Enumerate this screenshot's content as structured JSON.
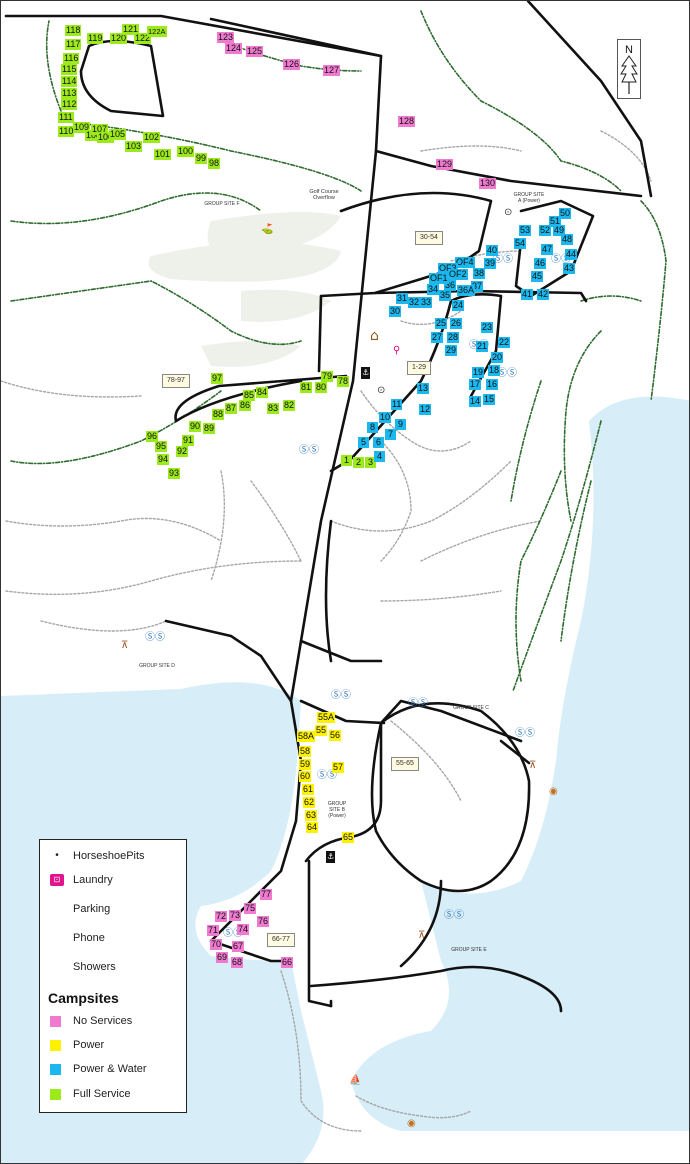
{
  "colors": {
    "water": "#d7edf7",
    "road": "#111111",
    "trail_green": "#2e6b2e",
    "path_gray": "#a6a6a6",
    "no_services": "#f07ad0",
    "power": "#fff200",
    "power_water": "#1ab8ee",
    "full_service": "#9dea1c"
  },
  "legend": {
    "items": [
      {
        "label": "HorseshoePits",
        "icon": "dot-icon"
      },
      {
        "label": "Laundry",
        "icon": "laundry-icon"
      },
      {
        "label": "Parking",
        "icon": "parking-icon"
      },
      {
        "label": "Phone",
        "icon": "phone-icon"
      },
      {
        "label": "Showers",
        "icon": "showers-icon"
      }
    ],
    "campsites_title": "Campsites",
    "campsites": [
      {
        "label": "No Services",
        "key": "no_services"
      },
      {
        "label": "Power",
        "key": "power"
      },
      {
        "label": "Power & Water",
        "key": "power_water"
      },
      {
        "label": "Full Service",
        "key": "full_service"
      }
    ]
  },
  "area_labels": {
    "group_site_f": "GROUP SITE F",
    "golf_overflow": "Golf Course Overflow",
    "group_site_a": "GROUP SITE A (Power)",
    "group_site_b": "GROUP SITE B (Power)",
    "group_site_c": "GROUP SITE C",
    "group_site_d": "GROUP SITE D",
    "group_site_e": "GROUP SITE E"
  },
  "range_boxes": {
    "r30_54": "30-54",
    "r1_29": "1-29",
    "r78_97": "78-97",
    "r55_65": "55-65",
    "r66_77": "66-77"
  },
  "north_label": "N",
  "sites": {
    "full_service": [
      "118",
      "117",
      "116",
      "115",
      "114",
      "113",
      "112",
      "111",
      "110",
      "109",
      "108",
      "107",
      "106",
      "105",
      "103",
      "102",
      "101",
      "100",
      "99",
      "98",
      "119",
      "120",
      "121",
      "122",
      "122A",
      "97",
      "96",
      "95",
      "94",
      "93",
      "92",
      "91",
      "90",
      "89",
      "88",
      "87",
      "86",
      "85",
      "84",
      "83",
      "82",
      "81",
      "80",
      "79",
      "78",
      "1",
      "2",
      "3"
    ],
    "no_services": [
      "123",
      "124",
      "125",
      "126",
      "127",
      "128",
      "129",
      "130",
      "77",
      "76",
      "75",
      "74",
      "73",
      "72",
      "71",
      "70",
      "69",
      "68",
      "67",
      "66"
    ],
    "power": [
      "55A",
      "55",
      "56",
      "57",
      "58A",
      "58",
      "59",
      "60",
      "61",
      "62",
      "63",
      "64",
      "65"
    ],
    "power_water": [
      "50",
      "51",
      "52",
      "53",
      "54",
      "49",
      "48",
      "47",
      "46",
      "45",
      "44",
      "43",
      "42",
      "41",
      "40",
      "39",
      "38",
      "37",
      "36A",
      "36",
      "35",
      "34",
      "33",
      "32",
      "31",
      "30",
      "OF4",
      "OF3",
      "OF1",
      "OF2",
      "25",
      "26",
      "27",
      "28",
      "29",
      "24",
      "23",
      "22",
      "21",
      "20",
      "19",
      "18",
      "17",
      "16",
      "15",
      "14",
      "13",
      "12",
      "11",
      "10",
      "9",
      "8",
      "7",
      "6",
      "5",
      "4"
    ]
  }
}
